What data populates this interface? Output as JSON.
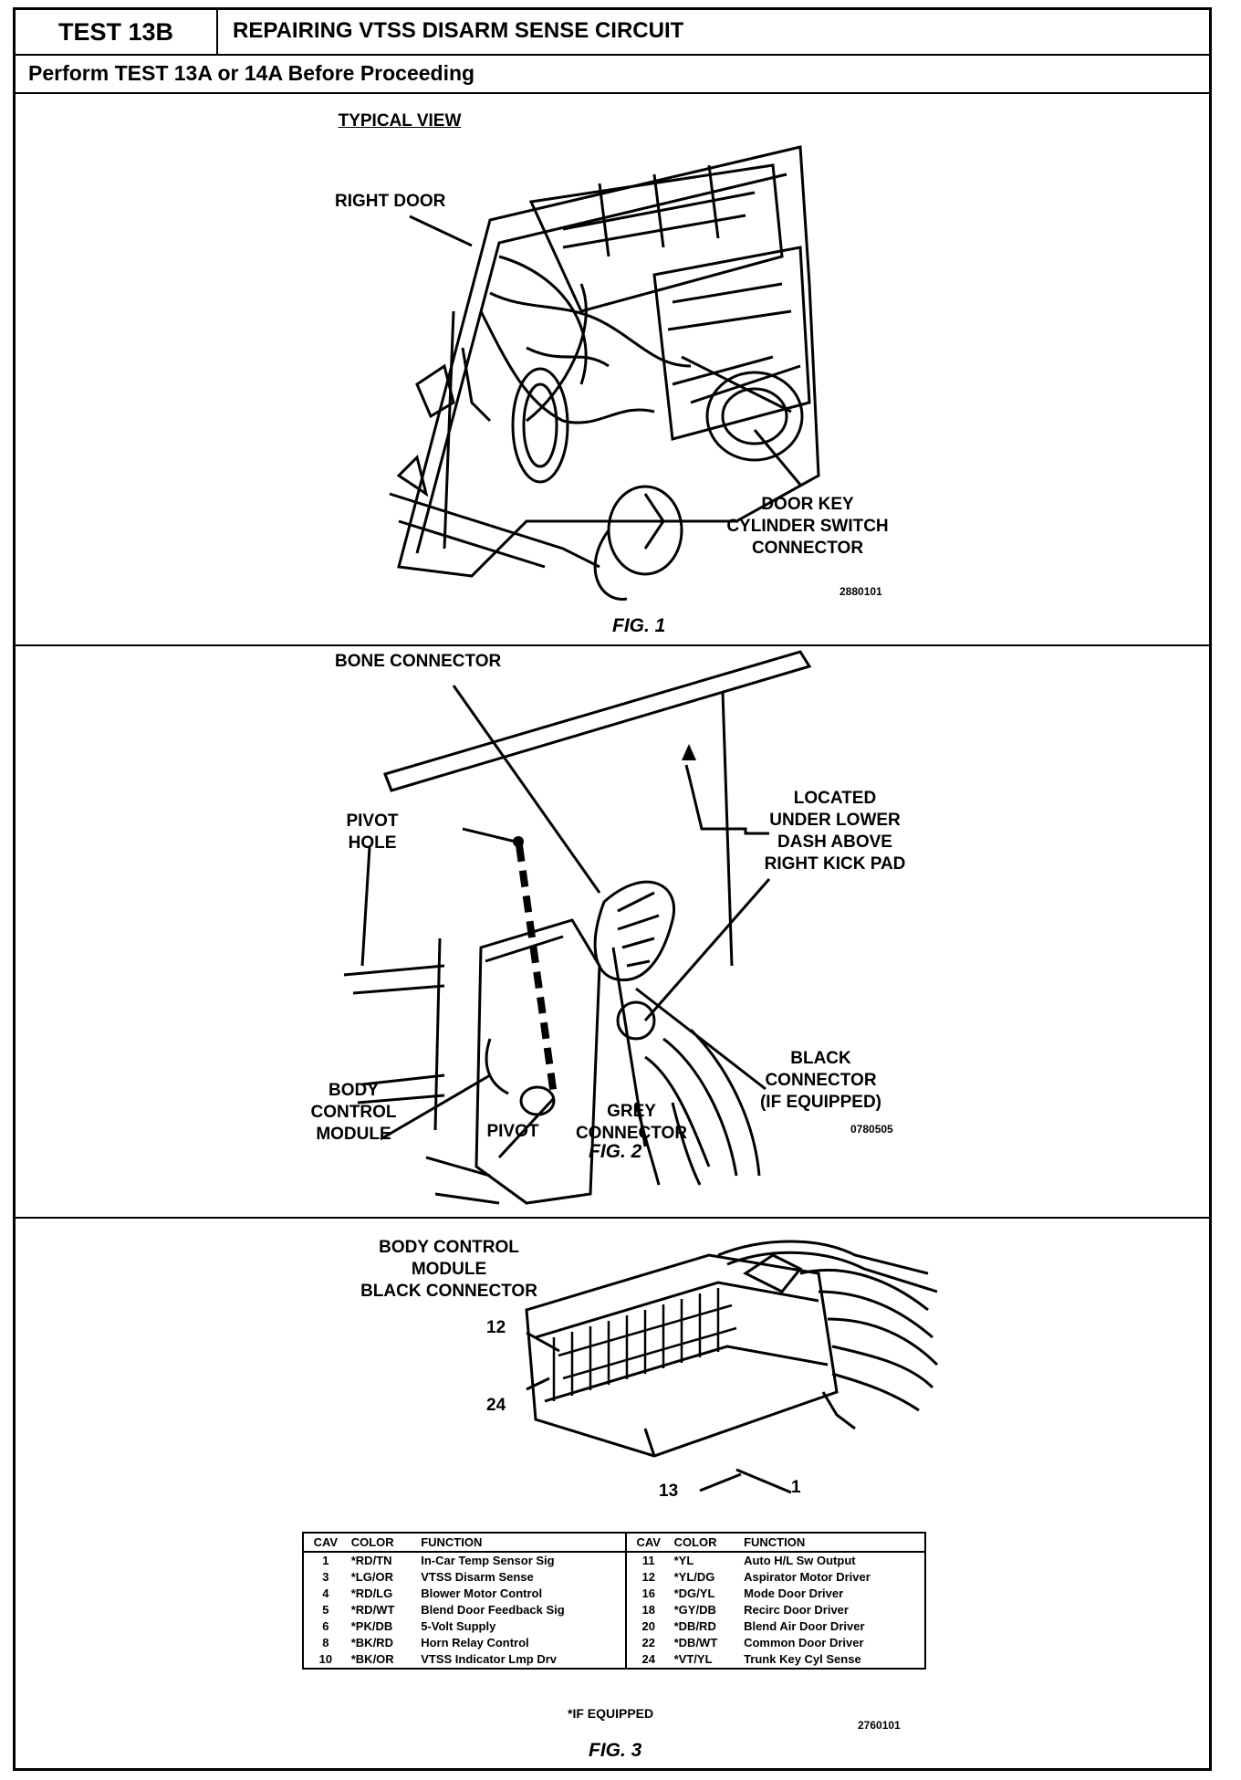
{
  "header": {
    "test_id": "TEST 13B",
    "title": "REPAIRING VTSS DISARM SENSE CIRCUIT",
    "subtitle": "Perform TEST 13A or 14A Before Proceeding"
  },
  "fig1": {
    "view_label": "TYPICAL VIEW",
    "right_door": "RIGHT DOOR",
    "door_key_line1": "DOOR KEY",
    "door_key_line2": "CYLINDER SWITCH",
    "door_key_line3": "CONNECTOR",
    "code": "2880101",
    "caption": "FIG. 1"
  },
  "fig2": {
    "bone": "BONE CONNECTOR",
    "pivot_hole_1": "PIVOT",
    "pivot_hole_2": "HOLE",
    "located_1": "LOCATED",
    "located_2": "UNDER LOWER",
    "located_3": "DASH ABOVE",
    "located_4": "RIGHT KICK PAD",
    "black_1": "BLACK",
    "black_2": "CONNECTOR",
    "black_3": "(IF EQUIPPED)",
    "bcm_1": "BODY",
    "bcm_2": "CONTROL",
    "bcm_3": "MODULE",
    "pivot": "PIVOT",
    "grey_1": "GREY",
    "grey_2": "CONNECTOR",
    "code": "0780505",
    "caption": "FIG. 2"
  },
  "fig3": {
    "title_1": "BODY CONTROL",
    "title_2": "MODULE",
    "title_3": "BLACK CONNECTOR",
    "pin_12": "12",
    "pin_24": "24",
    "pin_13": "13",
    "pin_1": "1",
    "table_headers": {
      "cav": "CAV",
      "color": "COLOR",
      "function": "FUNCTION"
    },
    "rows": [
      {
        "cav": "1",
        "color": "*RD/TN",
        "function": "In-Car Temp Sensor Sig",
        "cav2": "11",
        "color2": "*YL",
        "function2": "Auto H/L Sw Output"
      },
      {
        "cav": "3",
        "color": "*LG/OR",
        "function": "VTSS Disarm Sense",
        "cav2": "12",
        "color2": "*YL/DG",
        "function2": "Aspirator Motor Driver"
      },
      {
        "cav": "4",
        "color": "*RD/LG",
        "function": "Blower Motor Control",
        "cav2": "16",
        "color2": "*DG/YL",
        "function2": "Mode Door Driver"
      },
      {
        "cav": "5",
        "color": "*RD/WT",
        "function": "Blend Door Feedback Sig",
        "cav2": "18",
        "color2": "*GY/DB",
        "function2": "Recirc Door Driver"
      },
      {
        "cav": "6",
        "color": "*PK/DB",
        "function": "5-Volt Supply",
        "cav2": "20",
        "color2": "*DB/RD",
        "function2": "Blend Air Door Driver"
      },
      {
        "cav": "8",
        "color": "*BK/RD",
        "function": "Horn Relay Control",
        "cav2": "22",
        "color2": "*DB/WT",
        "function2": "Common Door Driver"
      },
      {
        "cav": "10",
        "color": "*BK/OR",
        "function": "VTSS Indicator Lmp Drv",
        "cav2": "24",
        "color2": "*VT/YL",
        "function2": "Trunk Key Cyl Sense"
      }
    ],
    "footnote": "*IF EQUIPPED",
    "code": "2760101",
    "caption": "FIG. 3"
  }
}
